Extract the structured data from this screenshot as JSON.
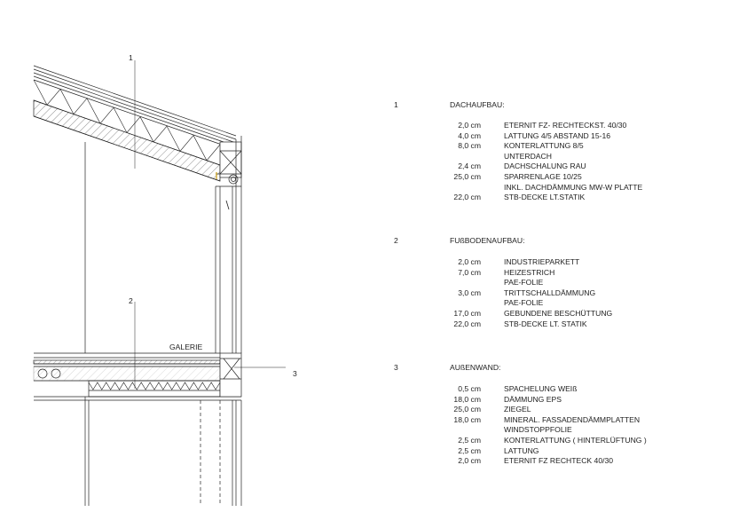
{
  "callouts": {
    "c1": "1",
    "c2": "2",
    "c3": "3",
    "galerie": "GALERIE"
  },
  "sections": [
    {
      "number": "1",
      "title": "DACHAUFBAU:",
      "rows": [
        {
          "t": "2,0 cm",
          "d": "ETERNIT FZ- RECHTECKST. 40/30"
        },
        {
          "t": "4,0 cm",
          "d": "LATTUNG 4/5 ABSTAND 15-16"
        },
        {
          "t": "8,0 cm",
          "d": "KONTERLATTUNG 8/5"
        },
        {
          "t": "",
          "d": "UNTERDACH"
        },
        {
          "t": "2,4 cm",
          "d": "DACHSCHALUNG RAU"
        },
        {
          "t": "25,0 cm",
          "d": "SPARRENLAGE 10/25"
        },
        {
          "t": "",
          "d": "INKL. DACHDÄMMUNG MW-W PLATTE"
        },
        {
          "t": "22,0 cm",
          "d": "STB-DECKE LT.STATIK"
        }
      ]
    },
    {
      "number": "2",
      "title": "FUßBODENAUFBAU:",
      "rows": [
        {
          "t": "2,0 cm",
          "d": "INDUSTRIEPARKETT"
        },
        {
          "t": "7,0 cm",
          "d": "HEIZESTRICH"
        },
        {
          "t": "",
          "d": "PAE-FOLIE"
        },
        {
          "t": "3,0 cm",
          "d": "TRITTSCHALLDÄMMUNG"
        },
        {
          "t": "",
          "d": "PAE-FOLIE"
        },
        {
          "t": "17,0 cm",
          "d": "GEBUNDENE BESCHÜTTUNG"
        },
        {
          "t": "22,0 cm",
          "d": "STB-DECKE LT. STATIK"
        }
      ]
    },
    {
      "number": "3",
      "title": "AUßENWAND:",
      "rows": [
        {
          "t": "0,5 cm",
          "d": "SPACHELUNG WEIß"
        },
        {
          "t": "18,0 cm",
          "d": "DÄMMUNG EPS"
        },
        {
          "t": "25,0 cm",
          "d": "ZIEGEL"
        },
        {
          "t": "18,0 cm",
          "d": "MINERAL. FASSADENDÄMMPLATTEN"
        },
        {
          "t": "",
          "d": "WINDSTOPPFOLIE"
        },
        {
          "t": "2,5 cm",
          "d": "KONTERLATTUNG ( HINTERLÜFTUNG )"
        },
        {
          "t": "2,5 cm",
          "d": "LATTUNG"
        },
        {
          "t": "2,0 cm",
          "d": "ETERNIT FZ RECHTECK 40/30"
        }
      ]
    }
  ]
}
